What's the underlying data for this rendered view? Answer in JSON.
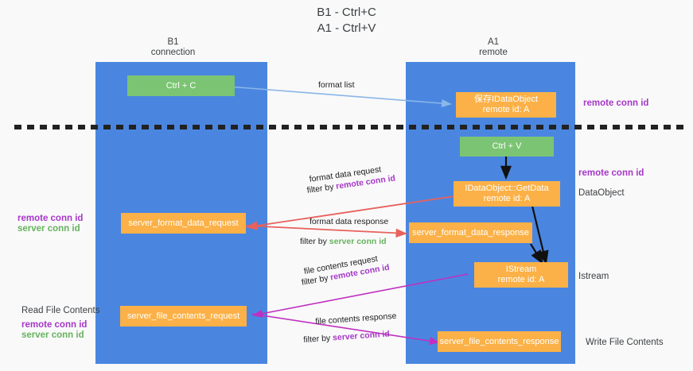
{
  "title": "B1 - Ctrl+C\nA1 - Ctrl+V",
  "columns": [
    {
      "name": "left",
      "label": "B1\nconnection"
    },
    {
      "name": "right",
      "label": "A1\nremote"
    }
  ],
  "colors": {
    "lane": "#4a86e0",
    "node_orange": "#fbb147",
    "node_green": "#7bc473",
    "arrow_blue": "#8ab6e8",
    "arrow_red": "#e8615c",
    "arrow_magenta": "#c030c0",
    "arrow_black": "#111111",
    "text_purple": "#a637c8",
    "text_green": "#66b35e",
    "background": "#f9f9f9"
  },
  "nodes": [
    {
      "id": "ctrl_c",
      "label": "Ctrl + C",
      "style": "green"
    },
    {
      "id": "save_idataobject",
      "label": "保存IDataObject\nremote id: A",
      "style": "orange"
    },
    {
      "id": "ctrl_v",
      "label": "Ctrl + V",
      "style": "green"
    },
    {
      "id": "idataobject_getdata",
      "label": "IDataObject::GetData\nremote id: A",
      "style": "orange"
    },
    {
      "id": "server_format_data_request",
      "label": "server_format_data_request",
      "style": "orange"
    },
    {
      "id": "server_format_data_response",
      "label": "server_format_data_response",
      "style": "orange"
    },
    {
      "id": "istream",
      "label": "IStream\nremote id: A",
      "style": "orange"
    },
    {
      "id": "server_file_contents_request",
      "label": "server_file_contents_request",
      "style": "orange"
    },
    {
      "id": "server_file_contents_response",
      "label": "server_file_contents_response",
      "style": "orange"
    }
  ],
  "edge_labels": {
    "format_list": "format list",
    "format_data_request_l1": "format data request",
    "format_data_request_l2_pre": "filter by ",
    "format_data_request_l2_key": "remote conn id",
    "format_data_response_l1": "format data response",
    "format_data_response_l2_pre": "filter by ",
    "format_data_response_l2_key": "server conn id",
    "file_contents_request_l1": "file contents request",
    "file_contents_request_l2_pre": "filter by ",
    "file_contents_request_l2_key": "remote conn id",
    "file_contents_response_l1": "file contents response",
    "file_contents_response_l2_pre": "filter by ",
    "file_contents_response_l2_key": "server conn id"
  },
  "annotations": {
    "right_remote_conn_id_top": "remote conn id",
    "right_remote_conn_id_mid": "remote conn id",
    "right_dataobject": "DataObject",
    "right_istream": "Istream",
    "right_write_file_contents": "Write File Contents",
    "left_remote_conn_id": "remote conn id",
    "left_server_conn_id": "server conn id",
    "left_read_file_contents": "Read File Contents",
    "left_remote_conn_id_2": "remote conn id",
    "left_server_conn_id_2": "server conn id"
  }
}
